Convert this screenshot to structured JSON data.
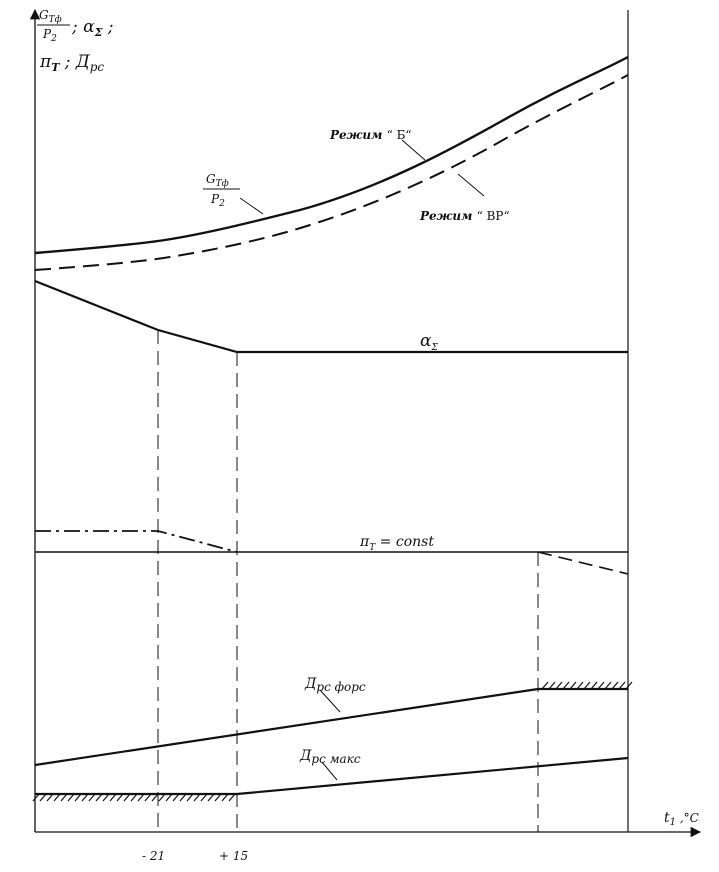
{
  "chart_data": {
    "type": "line",
    "y_axis_label": {
      "line1_frac_num": "G",
      "line1_frac_num_sub": "Tф",
      "line1_frac_den": "P",
      "line1_frac_den_sub": "2",
      "line1_rest": "; α",
      "line1_rest_sub": "Σ",
      "line1_end": " ;",
      "line2_a": "π",
      "line2_a_sub": "T",
      "line2_b": " ; Д",
      "line2_b_sub": "pc"
    },
    "x_axis_label": {
      "main": "t",
      "sub": "1",
      "unit": " ,°C"
    },
    "x_ticks": [
      "- 21",
      "+ 15"
    ],
    "mode_labels": {
      "b": {
        "text": "Режим ",
        "quote": "“ Б“"
      },
      "vr": {
        "text": "Режим ",
        "quote": "“ ВР“"
      }
    },
    "curve_labels": {
      "gtf_num": "G",
      "gtf_num_sub": "Tф",
      "gtf_den": "P",
      "gtf_den_sub": "2",
      "alpha": "α",
      "alpha_sub": "Σ",
      "pi": "π",
      "pi_sub": "T",
      "pi_rest": " = const",
      "d_fors": "Д",
      "d_fors_sub": "pc форс",
      "d_max": "Д",
      "d_max_sub": "pc макс"
    },
    "series": [
      {
        "id": "mode_b",
        "style": "solid"
      },
      {
        "id": "mode_vr",
        "style": "dashed"
      },
      {
        "id": "alpha",
        "style": "solid"
      },
      {
        "id": "pi_const",
        "style": "solid"
      },
      {
        "id": "pi_upper",
        "style": "dash-dot"
      },
      {
        "id": "pi_drop",
        "style": "dashed"
      },
      {
        "id": "d_fors",
        "style": "solid"
      },
      {
        "id": "d_max",
        "style": "solid"
      }
    ]
  }
}
